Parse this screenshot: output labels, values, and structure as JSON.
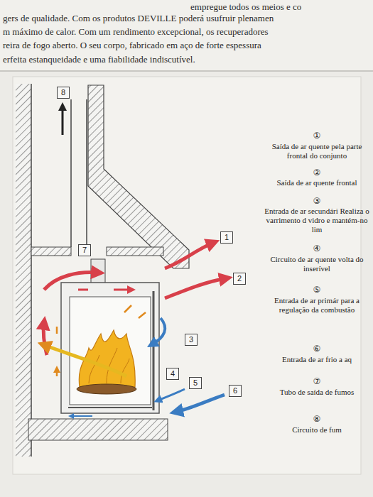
{
  "diagram": {
    "nodes": [
      {
        "text": [
          "8"
        ]
      },
      {
        "text": [
          "7"
        ]
      },
      {
        "text": [
          "1"
        ]
      },
      {
        "text": [
          "2"
        ]
      },
      {
        "text": [
          "3"
        ]
      },
      {
        "text": [
          "4"
        ]
      },
      {
        "text": [
          "5"
        ]
      },
      {
        "text": [
          "6"
        ]
      }
    ],
    "labels": [
      "empregue todos os meios e co",
      "gers de qualidade. Com os produtos DEVILLE poderá usufruir plenamen",
      "m máximo de calor. Com um rendimento excepcional, os recuperadores",
      "reira de fogo aberto. O seu corpo, fabricado em aço de forte espessura",
      "erfeita estanqueidade e uma fiabilidade indiscutível.",
      "①",
      "Saída de ar quente pela parte frontal do conjunto",
      "②",
      "Saída de ar quente frontal",
      "③",
      "Entrada de ar secundári Realiza o varrimento d vidro e mantém-no lim",
      "④",
      "Circuito de ar quente volta do inserível",
      "⑤",
      "Entrada de ar primár para a regulação da combustão",
      "⑥",
      "Entrada de ar frio a aq",
      "⑦",
      "Tubo de saída de fumos",
      "⑧",
      "Circuito de fum"
    ]
  }
}
